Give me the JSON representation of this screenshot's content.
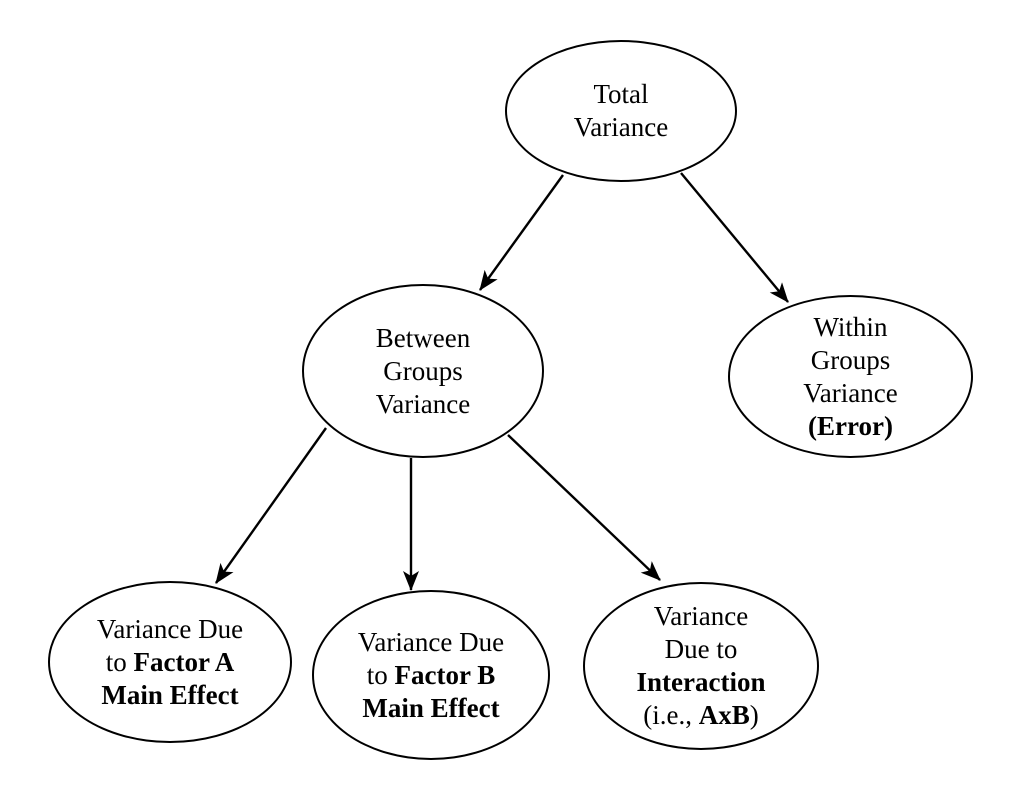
{
  "colors": {
    "ink": "#000000",
    "background": "#ffffff"
  },
  "nodes": {
    "total": {
      "label": "Total Variance",
      "lines": [
        [
          {
            "text": "Total",
            "bold": false
          }
        ],
        [
          {
            "text": "Variance",
            "bold": false
          }
        ]
      ]
    },
    "between": {
      "label": "Between Groups Variance",
      "lines": [
        [
          {
            "text": "Between",
            "bold": false
          }
        ],
        [
          {
            "text": "Groups",
            "bold": false
          }
        ],
        [
          {
            "text": "Variance",
            "bold": false
          }
        ]
      ]
    },
    "within": {
      "label": "Within Groups Variance (Error)",
      "lines": [
        [
          {
            "text": "Within",
            "bold": false
          }
        ],
        [
          {
            "text": "Groups",
            "bold": false
          }
        ],
        [
          {
            "text": "Variance",
            "bold": false
          }
        ],
        [
          {
            "text": "(Error)",
            "bold": true
          }
        ]
      ]
    },
    "factorA": {
      "label": "Variance Due to Factor A Main Effect",
      "lines": [
        [
          {
            "text": "Variance Due",
            "bold": false
          }
        ],
        [
          {
            "text": "to ",
            "bold": false
          },
          {
            "text": "Factor A",
            "bold": true
          }
        ],
        [
          {
            "text": "Main Effect",
            "bold": true
          }
        ]
      ]
    },
    "factorB": {
      "label": "Variance Due to Factor B Main Effect",
      "lines": [
        [
          {
            "text": "Variance Due",
            "bold": false
          }
        ],
        [
          {
            "text": "to ",
            "bold": false
          },
          {
            "text": "Factor B",
            "bold": true
          }
        ],
        [
          {
            "text": "Main Effect",
            "bold": true
          }
        ]
      ]
    },
    "interaction": {
      "label": "Variance Due to Interaction (i.e., AxB)",
      "lines": [
        [
          {
            "text": "Variance",
            "bold": false
          }
        ],
        [
          {
            "text": "Due to",
            "bold": false
          }
        ],
        [
          {
            "text": "Interaction",
            "bold": true
          }
        ],
        [
          {
            "text": "(i.e., ",
            "bold": false
          },
          {
            "text": "AxB",
            "bold": true
          },
          {
            "text": ")",
            "bold": false
          }
        ]
      ]
    }
  },
  "edges": [
    {
      "from": "total",
      "to": "between"
    },
    {
      "from": "total",
      "to": "within"
    },
    {
      "from": "between",
      "to": "factorA"
    },
    {
      "from": "between",
      "to": "factorB"
    },
    {
      "from": "between",
      "to": "interaction"
    }
  ]
}
